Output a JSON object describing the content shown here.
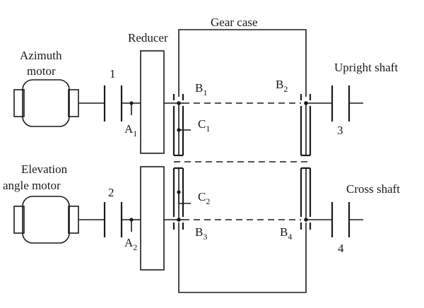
{
  "labels": {
    "gear_case": "Gear case",
    "reducer": "Reducer",
    "azimuth_line1": "Azimuth",
    "azimuth_line2": "motor",
    "elevation_line1": "Elevation",
    "elevation_line2": "angle motor",
    "upright_shaft": "Upright shaft",
    "cross_shaft": "Cross shaft",
    "n1": "1",
    "n2": "2",
    "n3": "3",
    "n4": "4",
    "B1": {
      "base": "B",
      "sub": "1"
    },
    "B2": {
      "base": "B",
      "sub": "2"
    },
    "B3": {
      "base": "B",
      "sub": "3"
    },
    "B4": {
      "base": "B",
      "sub": "4"
    },
    "C1": {
      "base": "C",
      "sub": "1"
    },
    "C2": {
      "base": "C",
      "sub": "2"
    },
    "A1": {
      "base": "A",
      "sub": "1"
    },
    "A2": {
      "base": "A",
      "sub": "2"
    }
  }
}
